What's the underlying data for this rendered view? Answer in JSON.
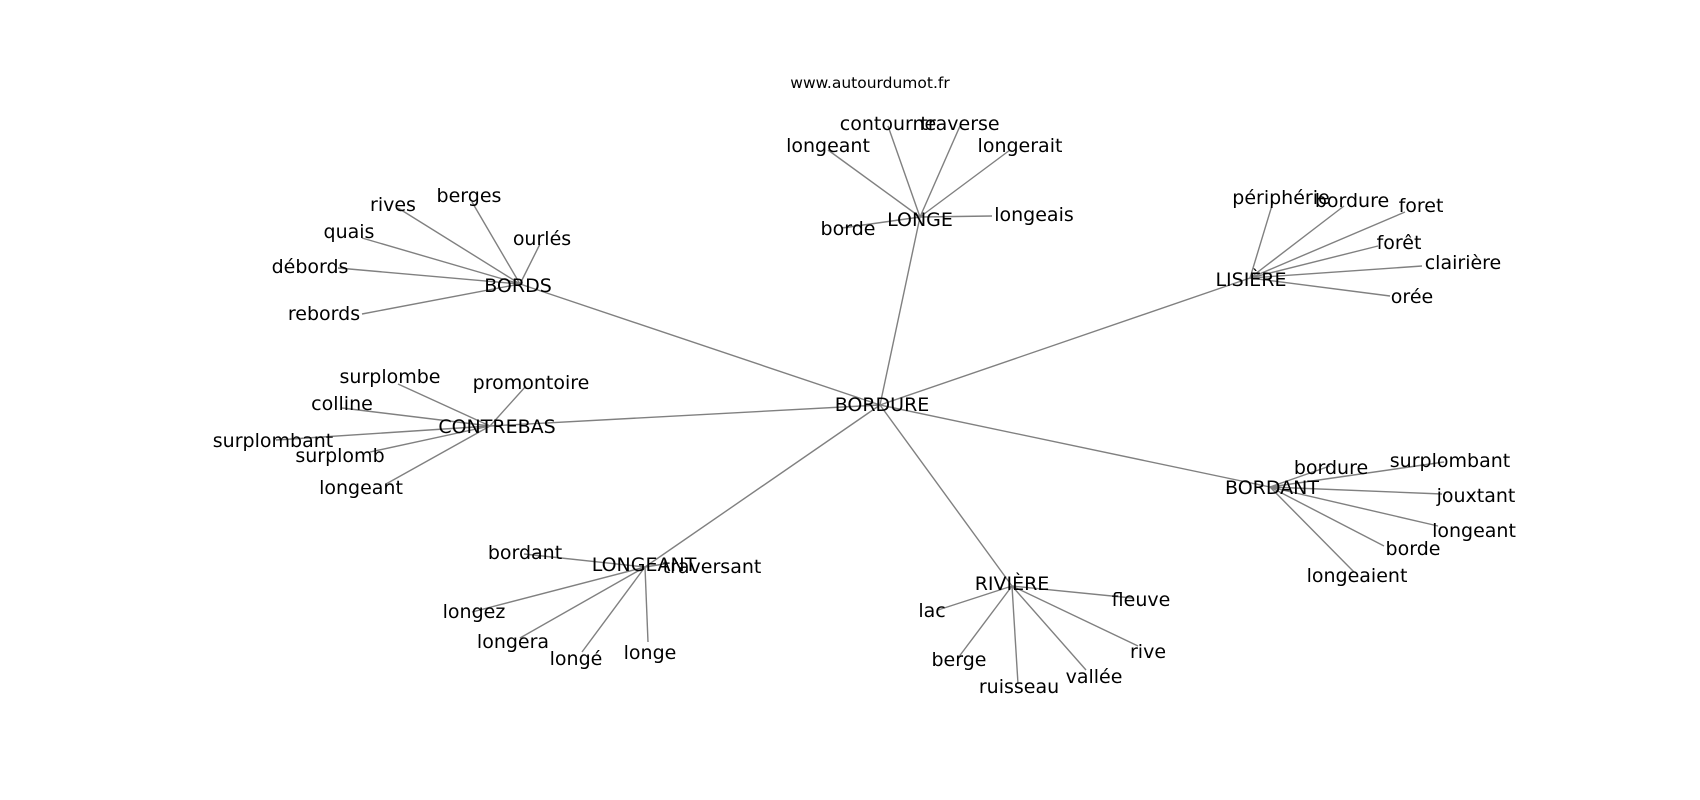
{
  "source_text": "www.autourdumot.fr",
  "root": {
    "id": "BORDURE",
    "label": "BORDURE"
  },
  "hubs": [
    {
      "id": "LONGE",
      "label": "LONGE",
      "leaves": [
        "contourne",
        "traverse",
        "longeant",
        "longerait",
        "borde",
        "longeais"
      ]
    },
    {
      "id": "BORDS",
      "label": "BORDS",
      "leaves": [
        "rives",
        "berges",
        "quais",
        "ourlés",
        "débords",
        "rebords"
      ]
    },
    {
      "id": "LISIERE",
      "label": "LISIÈRE",
      "leaves": [
        "périphérie",
        "bordure",
        "foret",
        "forêt",
        "clairière",
        "orée"
      ]
    },
    {
      "id": "CONTREBAS",
      "label": "CONTREBAS",
      "leaves": [
        "surplombe",
        "promontoire",
        "colline",
        "surplombant",
        "surplomb",
        "longeant"
      ]
    },
    {
      "id": "BORDANT",
      "label": "BORDANT",
      "leaves": [
        "bordure",
        "surplombant",
        "jouxtant",
        "longeant",
        "borde",
        "longeaient"
      ]
    },
    {
      "id": "LONGEANT",
      "label": "LONGEANT",
      "leaves": [
        "bordant",
        "traversant",
        "longez",
        "longera",
        "longé",
        "longe"
      ]
    },
    {
      "id": "RIVIERE",
      "label": "RIVIÈRE",
      "leaves": [
        "fleuve",
        "lac",
        "rive",
        "berge",
        "vallée",
        "ruisseau"
      ]
    }
  ]
}
